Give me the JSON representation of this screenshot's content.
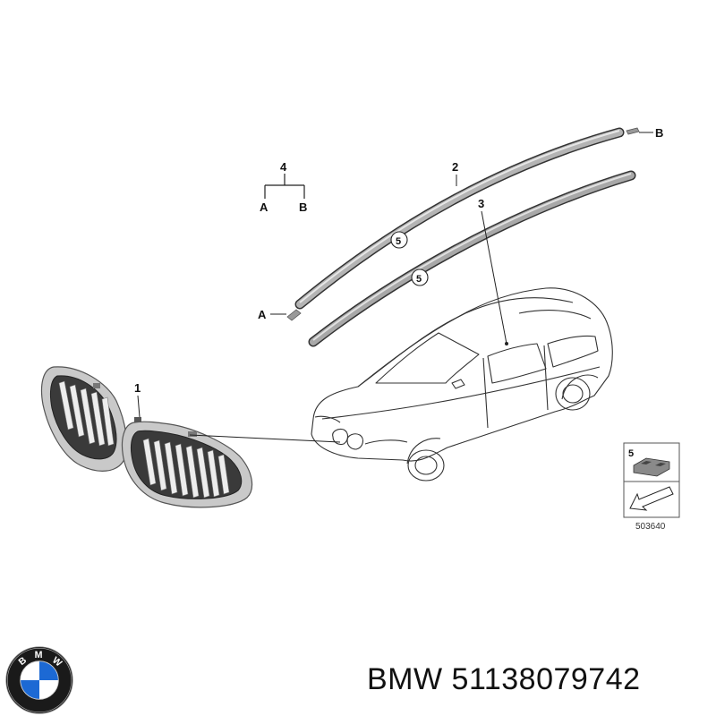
{
  "callouts": {
    "part_1": "1",
    "part_2": "2",
    "part_3": "3",
    "part_4": "4",
    "part_5a": "5",
    "part_5b": "5",
    "inset_5": "5",
    "label_a_top": "A",
    "label_b_top": "B",
    "label_a_left": "A",
    "label_b_right": "B"
  },
  "inset": {
    "reference_number": "503640"
  },
  "logo": {
    "letters": [
      "B",
      "M",
      "W"
    ]
  },
  "footer": {
    "brand": "BMW",
    "part_number": "51138079742"
  },
  "colors": {
    "blue": "#1c69d4",
    "ring": "#1a1a1a",
    "chrome": "#c9c9c9",
    "line": "#222222"
  }
}
